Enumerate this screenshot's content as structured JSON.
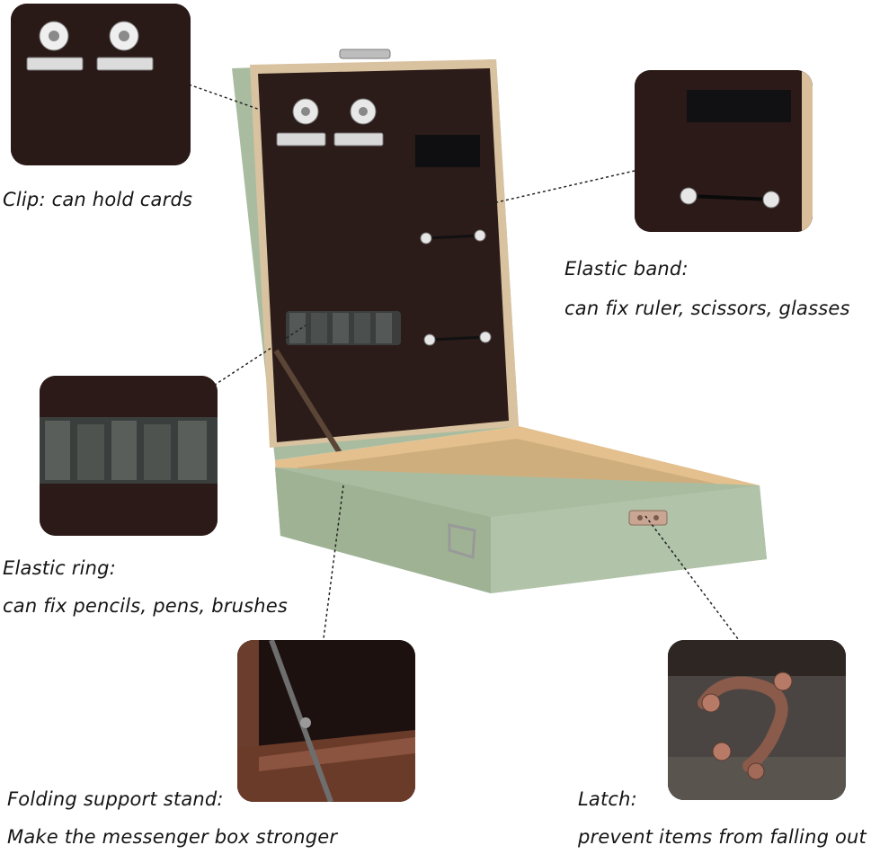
{
  "captions": {
    "clip_title": "Clip: can hold cards",
    "band_title": "Elastic band:",
    "band_desc": "can fix ruler, scissors, glasses",
    "ring_title": "Elastic ring:",
    "ring_desc": "can fix pencils, pens, brushes",
    "stand_title": "Folding support stand:",
    "stand_desc": "Make the messenger box stronger",
    "latch_title": "Latch:",
    "latch_desc": "prevent items from falling out"
  },
  "colors": {
    "box_green": "#a9bca0",
    "lining": "#2a1a18",
    "wood": "#e6c9a0",
    "metal": "#c9c9c9"
  }
}
